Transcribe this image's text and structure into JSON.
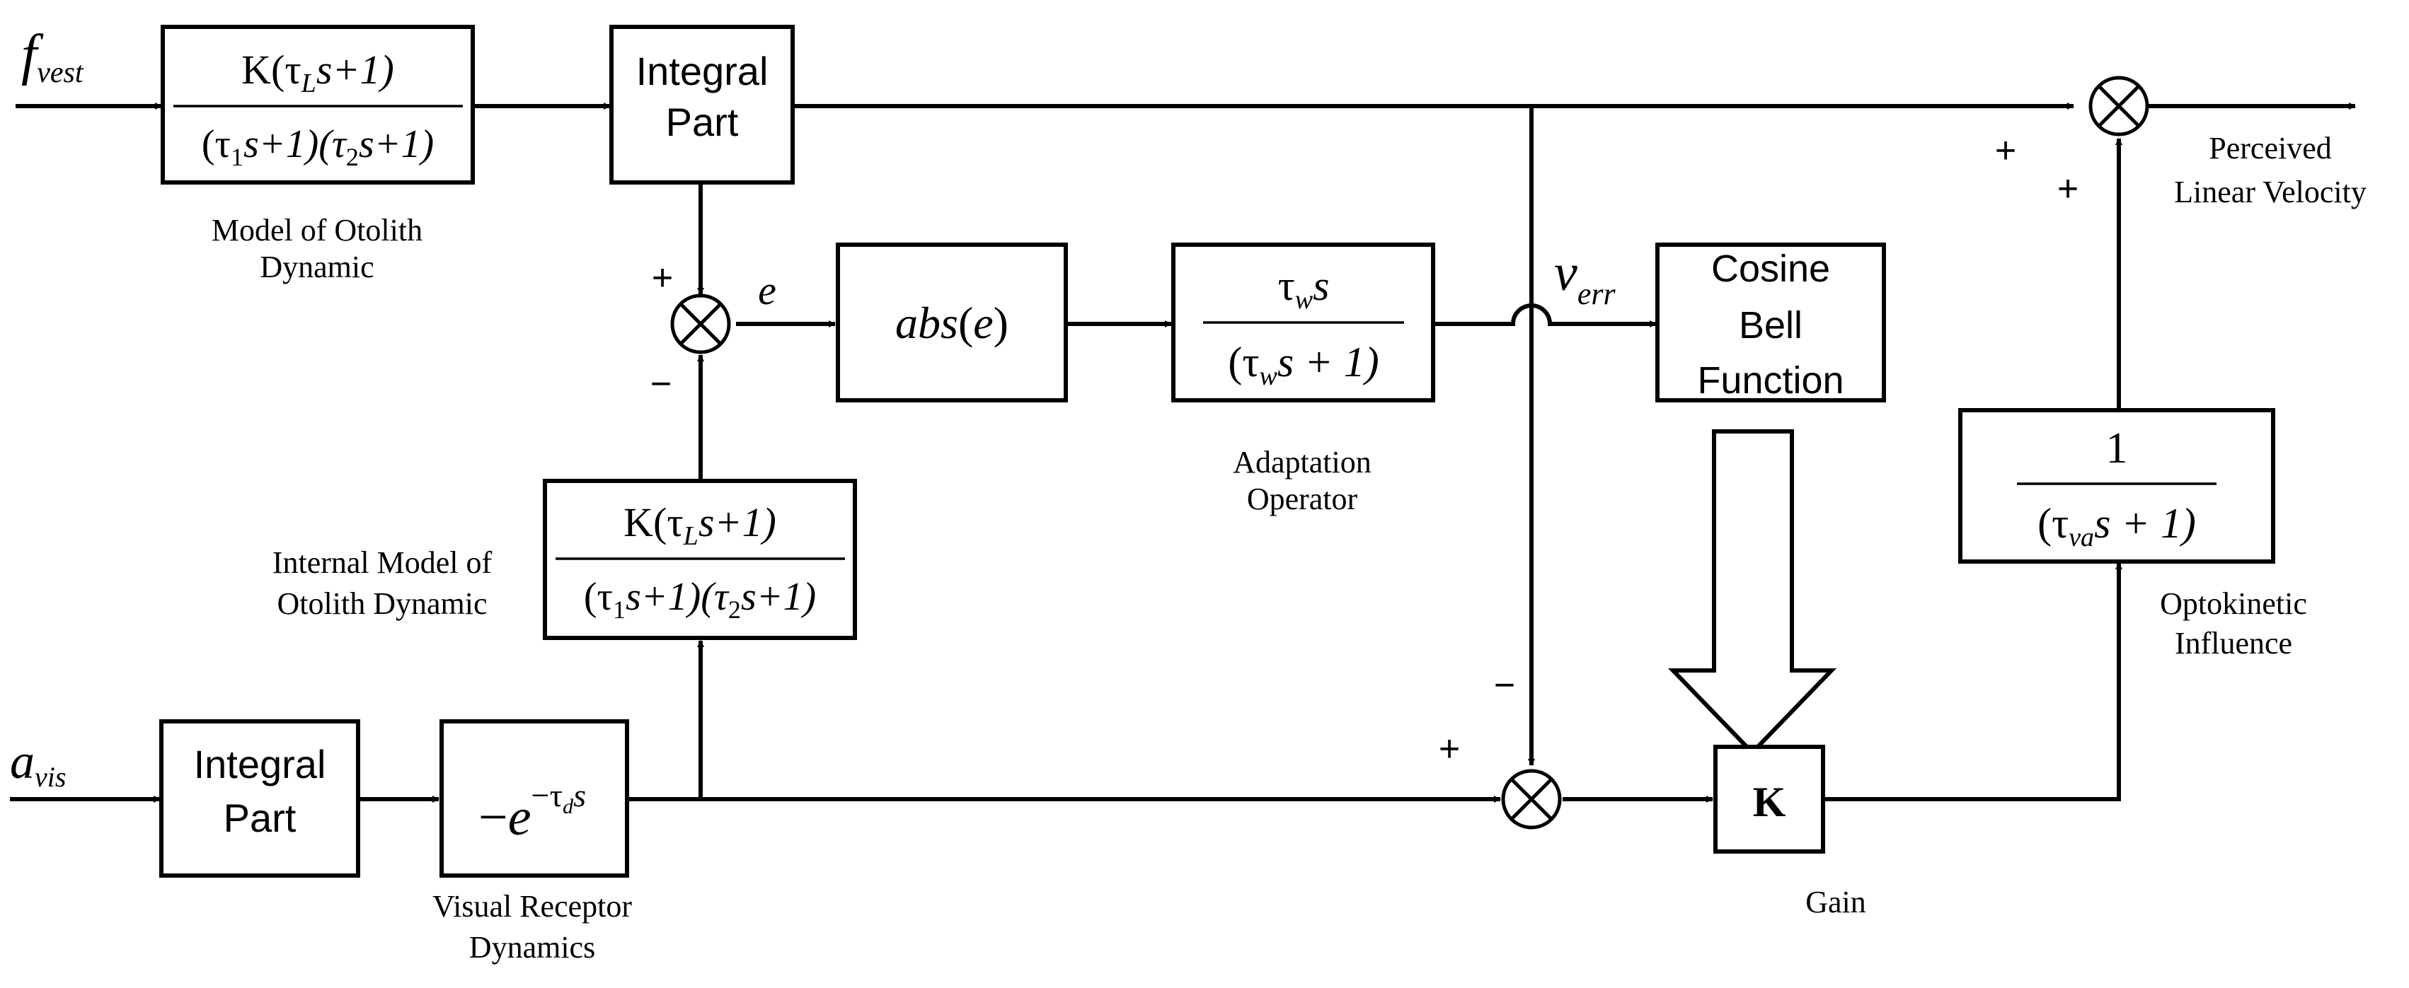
{
  "inputs": {
    "f_vest": {
      "main": "f",
      "sub": "vest"
    },
    "a_vis": {
      "main": "a",
      "sub": "vis"
    }
  },
  "blocks": {
    "otolith_model": {
      "num": {
        "k": "K(",
        "tau": "τ",
        "sub": "L",
        "rest": "s+1)"
      },
      "den": {
        "p1": "(τ",
        "sub1": "1",
        "p2": "s+1)(τ",
        "sub2": "2",
        "p3": "s+1)"
      },
      "caption": [
        "Model of Otolith",
        "Dynamic"
      ]
    },
    "integral_top": {
      "lines": [
        "Integral",
        "Part"
      ]
    },
    "abs": {
      "func": "abs",
      "open": "(",
      "arg": "e",
      "close": ")"
    },
    "adaptation": {
      "num": {
        "tau": "τ",
        "sub": "w",
        "s": "s"
      },
      "den": {
        "p1": "(τ",
        "sub": "w",
        "rest": "s + 1)"
      },
      "caption": [
        "Adaptation",
        "Operator"
      ]
    },
    "cosine_bell": {
      "lines": [
        "Cosine",
        "Bell",
        "Function"
      ]
    },
    "optokinetic": {
      "num": "1",
      "den": {
        "p1": "(τ",
        "sub": "va",
        "rest": "s + 1)"
      },
      "caption": [
        "Optokinetic",
        "Influence"
      ]
    },
    "internal_model": {
      "num": {
        "k": "K(",
        "tau": "τ",
        "sub": "L",
        "rest": "s+1)"
      },
      "den": {
        "p1": "(τ",
        "sub1": "1",
        "p2": "s+1)(τ",
        "sub2": "2",
        "p3": "s+1)"
      },
      "caption": [
        "Internal Model of",
        "Otolith Dynamic"
      ]
    },
    "integral_bottom": {
      "lines": [
        "Integral",
        "Part"
      ]
    },
    "visual_receptor": {
      "expr": {
        "minus": "−",
        "e": "e",
        "exp_minus": "−",
        "tau": "τ",
        "sub": "d",
        "s": "s"
      },
      "caption": [
        "Visual Receptor",
        "Dynamics"
      ]
    },
    "gain": {
      "label": "K",
      "caption": "Gain"
    }
  },
  "signals": {
    "e": "e",
    "v_err": {
      "main": "v",
      "sub": "err"
    }
  },
  "signs": {
    "sum_mid_plus": "+",
    "sum_mid_minus": "−",
    "sum_top_plus_left": "+",
    "sum_top_plus_bottom": "+",
    "sum_bottom_plus": "+",
    "sum_bottom_minus": "−"
  },
  "output": {
    "lines": [
      "Perceived",
      "Linear Velocity"
    ]
  },
  "colors": {
    "stroke": "#000000",
    "background": "#ffffff"
  }
}
